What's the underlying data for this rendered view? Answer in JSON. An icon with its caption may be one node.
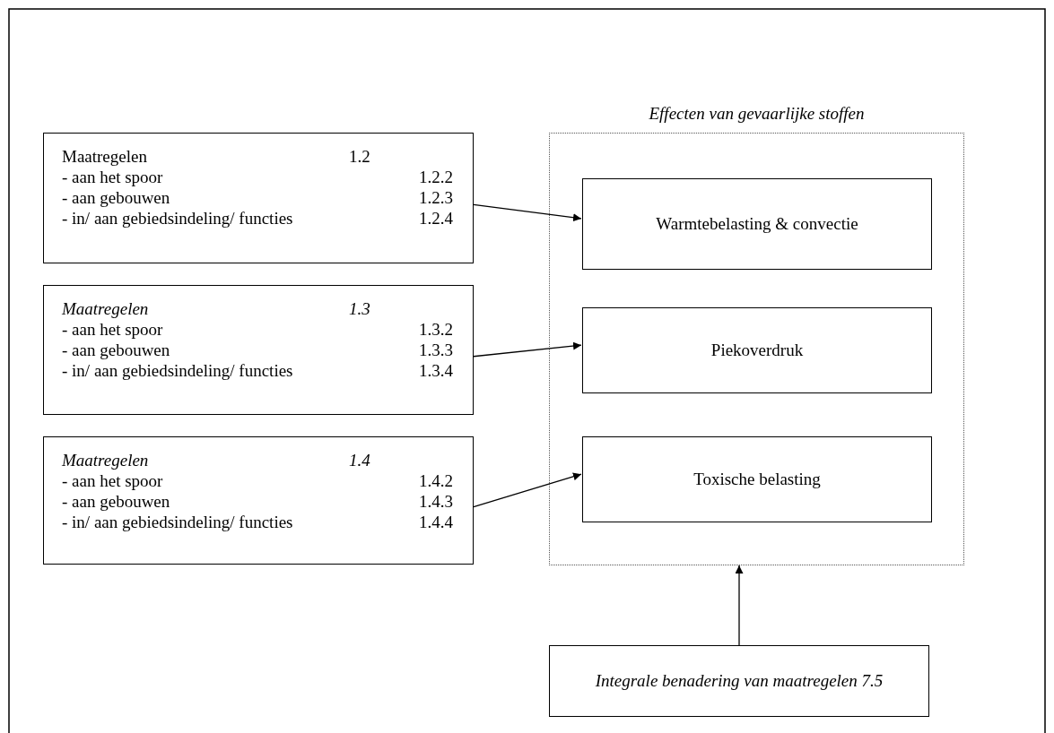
{
  "diagram": {
    "nodes": [
      {
        "text": [
          "Maatregelen",
          "1.2",
          "- aan het spoor",
          "1.2.2",
          "- aan gebouwen",
          "1.2.3",
          "- in/ aan gebiedsindeling/ functies",
          "1.2.4"
        ]
      },
      {
        "text": [
          "Maatregelen",
          "1.3",
          "- aan het spoor",
          "1.3.2",
          "- aan gebouwen",
          "1.3.3",
          "- in/ aan gebiedsindeling/ functies",
          "1.3.4"
        ]
      },
      {
        "text": [
          "Maatregelen",
          "1.4",
          "- aan het spoor",
          "1.4.2",
          "- aan gebouwen",
          "1.4.3",
          "- in/ aan gebiedsindeling/ functies",
          "1.4.4"
        ]
      },
      {
        "text": [
          "Effecten van gevaarlijke stoffen"
        ]
      },
      {
        "text": [
          "Warmtebelasting & convectie"
        ],
        "in": 3
      },
      {
        "text": [
          "Piekoverdruk"
        ],
        "in": 3
      },
      {
        "text": [
          "Toxische belasting"
        ],
        "in": 3
      },
      {
        "text": [
          "Integrale benadering van maatregelen 7.5"
        ]
      }
    ],
    "edges": [
      {
        "from": 0,
        "to": 4,
        "arrow": "to"
      },
      {
        "from": 1,
        "to": 5,
        "arrow": "to"
      },
      {
        "from": 2,
        "to": 6,
        "arrow": "to"
      },
      {
        "from": 7,
        "to": 3,
        "arrow": "to"
      }
    ]
  }
}
